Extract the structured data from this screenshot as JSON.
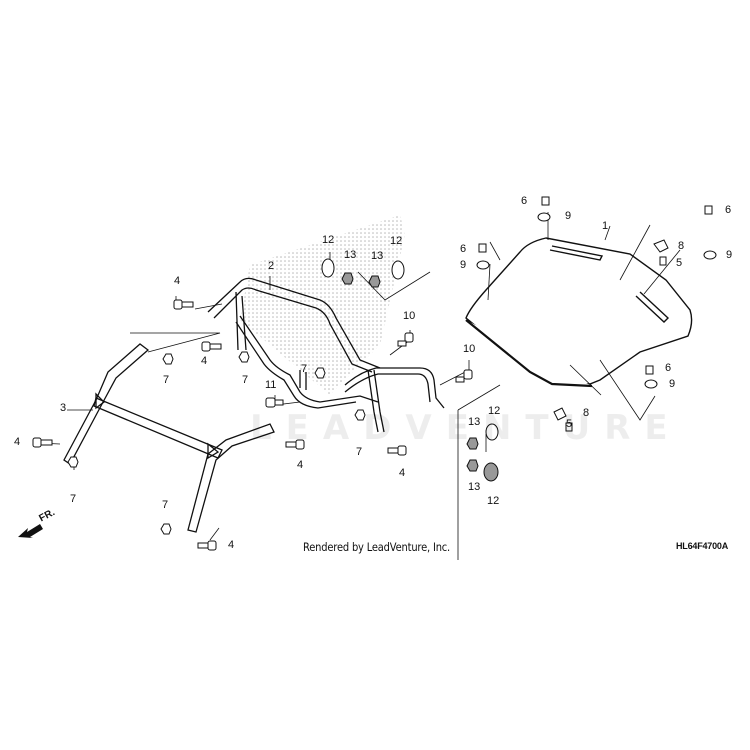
{
  "diagram": {
    "title": "Roof / Roll Cage Parts Diagram",
    "credit": "Rendered by LeadVenture, Inc.",
    "diagram_code": "HL64F4700A",
    "watermark": "LEADVENTURE",
    "direction_label": "FR.",
    "callouts": {
      "c1": "1",
      "c2": "2",
      "c3": "3",
      "c4a": "4",
      "c4b": "4",
      "c4c": "4",
      "c4d": "4",
      "c4e": "4",
      "c4f": "4",
      "c5a": "5",
      "c5b": "5",
      "c6a": "6",
      "c6b": "6",
      "c6c": "6",
      "c6d": "6",
      "c7a": "7",
      "c7b": "7",
      "c7c": "7",
      "c7d": "7",
      "c7e": "7",
      "c7f": "7",
      "c8a": "8",
      "c8b": "8",
      "c9a": "9",
      "c9b": "9",
      "c9c": "9",
      "c9d": "9",
      "c10a": "10",
      "c10b": "10",
      "c11": "11",
      "c12a": "12",
      "c12b": "12",
      "c12c": "12",
      "c12d": "12",
      "c13a": "13",
      "c13b": "13",
      "c13c": "13",
      "c13d": "13"
    }
  },
  "colors": {
    "line": "#111111",
    "shade": "#bdbdbd",
    "background": "#ffffff"
  }
}
